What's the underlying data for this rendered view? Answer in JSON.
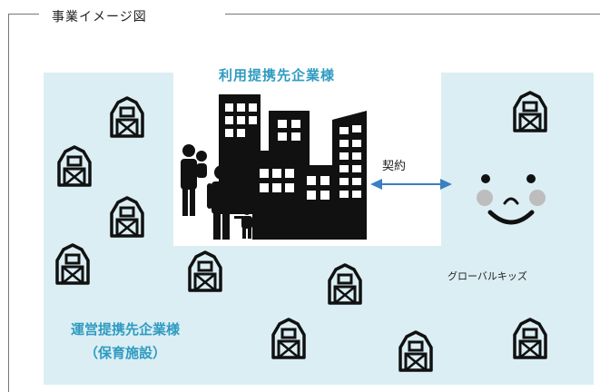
{
  "diagram": {
    "title": "事業イメージ図",
    "client_label": "利用提携先企業様",
    "operator_label_line1": "運営提携先企業様",
    "operator_label_line2": "（保育施設）",
    "contract_label": "契約",
    "company_name": "グローバルキッズ",
    "colors": {
      "panel_bg": "#dbeef4",
      "label_blue": "#2f9bc1",
      "arrow": "#3a7fc1",
      "icon": "#111111"
    }
  }
}
